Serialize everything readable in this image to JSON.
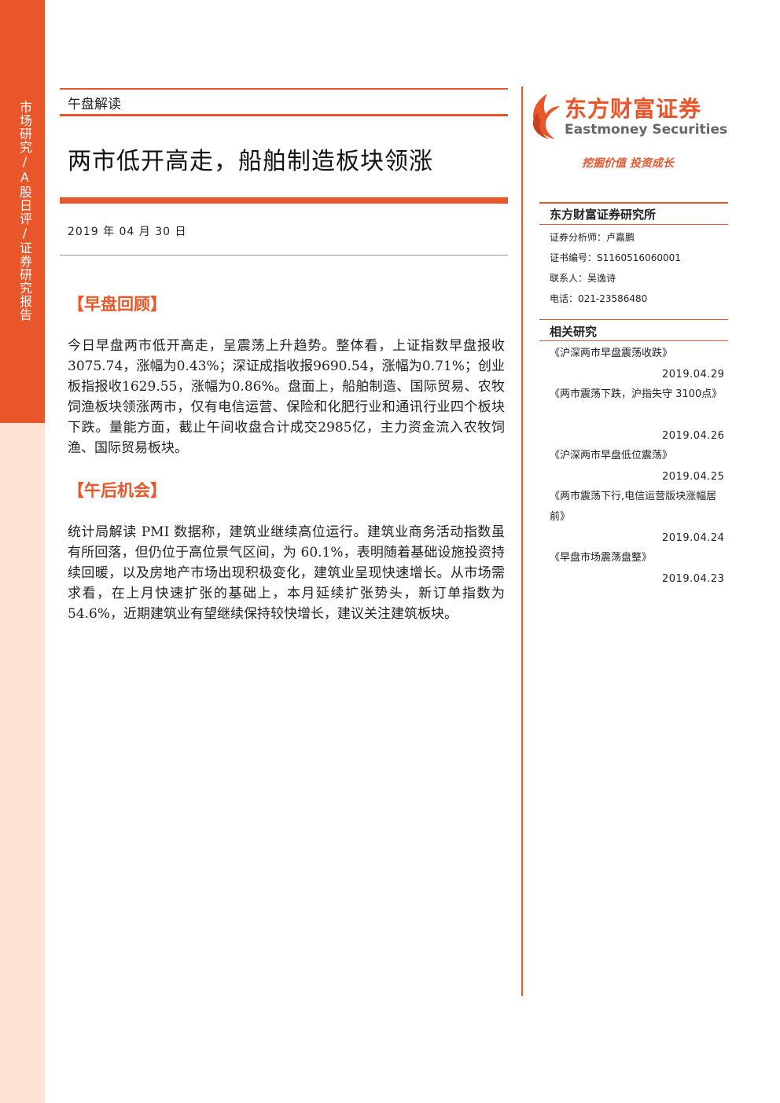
{
  "sidebar": {
    "label": "市场研究/A股日评/证券研究报告"
  },
  "header": {
    "category": "午盘解读",
    "title": "两市低开高走，船舶制造板块领涨",
    "date": "2019 年 04 月 30 日"
  },
  "brand": {
    "name_cn": "东方财富证券",
    "name_en": "Eastmoney Securities",
    "slogan": "挖掘价值 投资成长",
    "accent_color": "#e8562a"
  },
  "institute": {
    "name": "东方财富证券研究所",
    "analyst": "证券分析师：卢嘉鹏",
    "cert_no": "证书编号：S1160516060001",
    "contact": "联系人：吴逸诗",
    "phone": "电话：021-23586480"
  },
  "sections": [
    {
      "heading": "【早盘回顾】",
      "body": "今日早盘两市低开高走，呈震荡上升趋势。整体看，上证指数早盘报收3075.74，涨幅为0.43%；深证成指收报9690.54，涨幅为0.71%；创业板指报收1629.55，涨幅为0.86%。盘面上，船舶制造、国际贸易、农牧饲渔板块领涨两市，仅有电信运营、保险和化肥行业和通讯行业四个板块下跌。量能方面，截止午间收盘合计成交2985亿，主力资金流入农牧饲渔、国际贸易板块。"
    },
    {
      "heading": "【午后机会】",
      "body": "统计局解读 PMI 数据称，建筑业继续高位运行。建筑业商务活动指数虽有所回落，但仍位于高位景气区间，为 60.1%，表明随着基础设施投资持续回暖，以及房地产市场出现积极变化，建筑业呈现快速增长。从市场需求看，在上月快速扩张的基础上，本月延续扩张势头，新订单指数为 54.6%，近期建筑业有望继续保持较快增长，建议关注建筑板块。"
    }
  ],
  "related": {
    "title": "相关研究",
    "items": [
      {
        "title": "《沪深两市早盘震荡收跌》",
        "date": "2019.04.29"
      },
      {
        "title": "《两市震荡下跌，沪指失守 3100点》",
        "date": "2019.04.26"
      },
      {
        "title": "《沪深两市早盘低位震荡》",
        "date": "2019.04.25"
      },
      {
        "title": "《两市震荡下行,电信运营版块涨幅居前》",
        "date": "2019.04.24"
      },
      {
        "title": "《早盘市场震荡盘整》",
        "date": "2019.04.23"
      }
    ]
  }
}
